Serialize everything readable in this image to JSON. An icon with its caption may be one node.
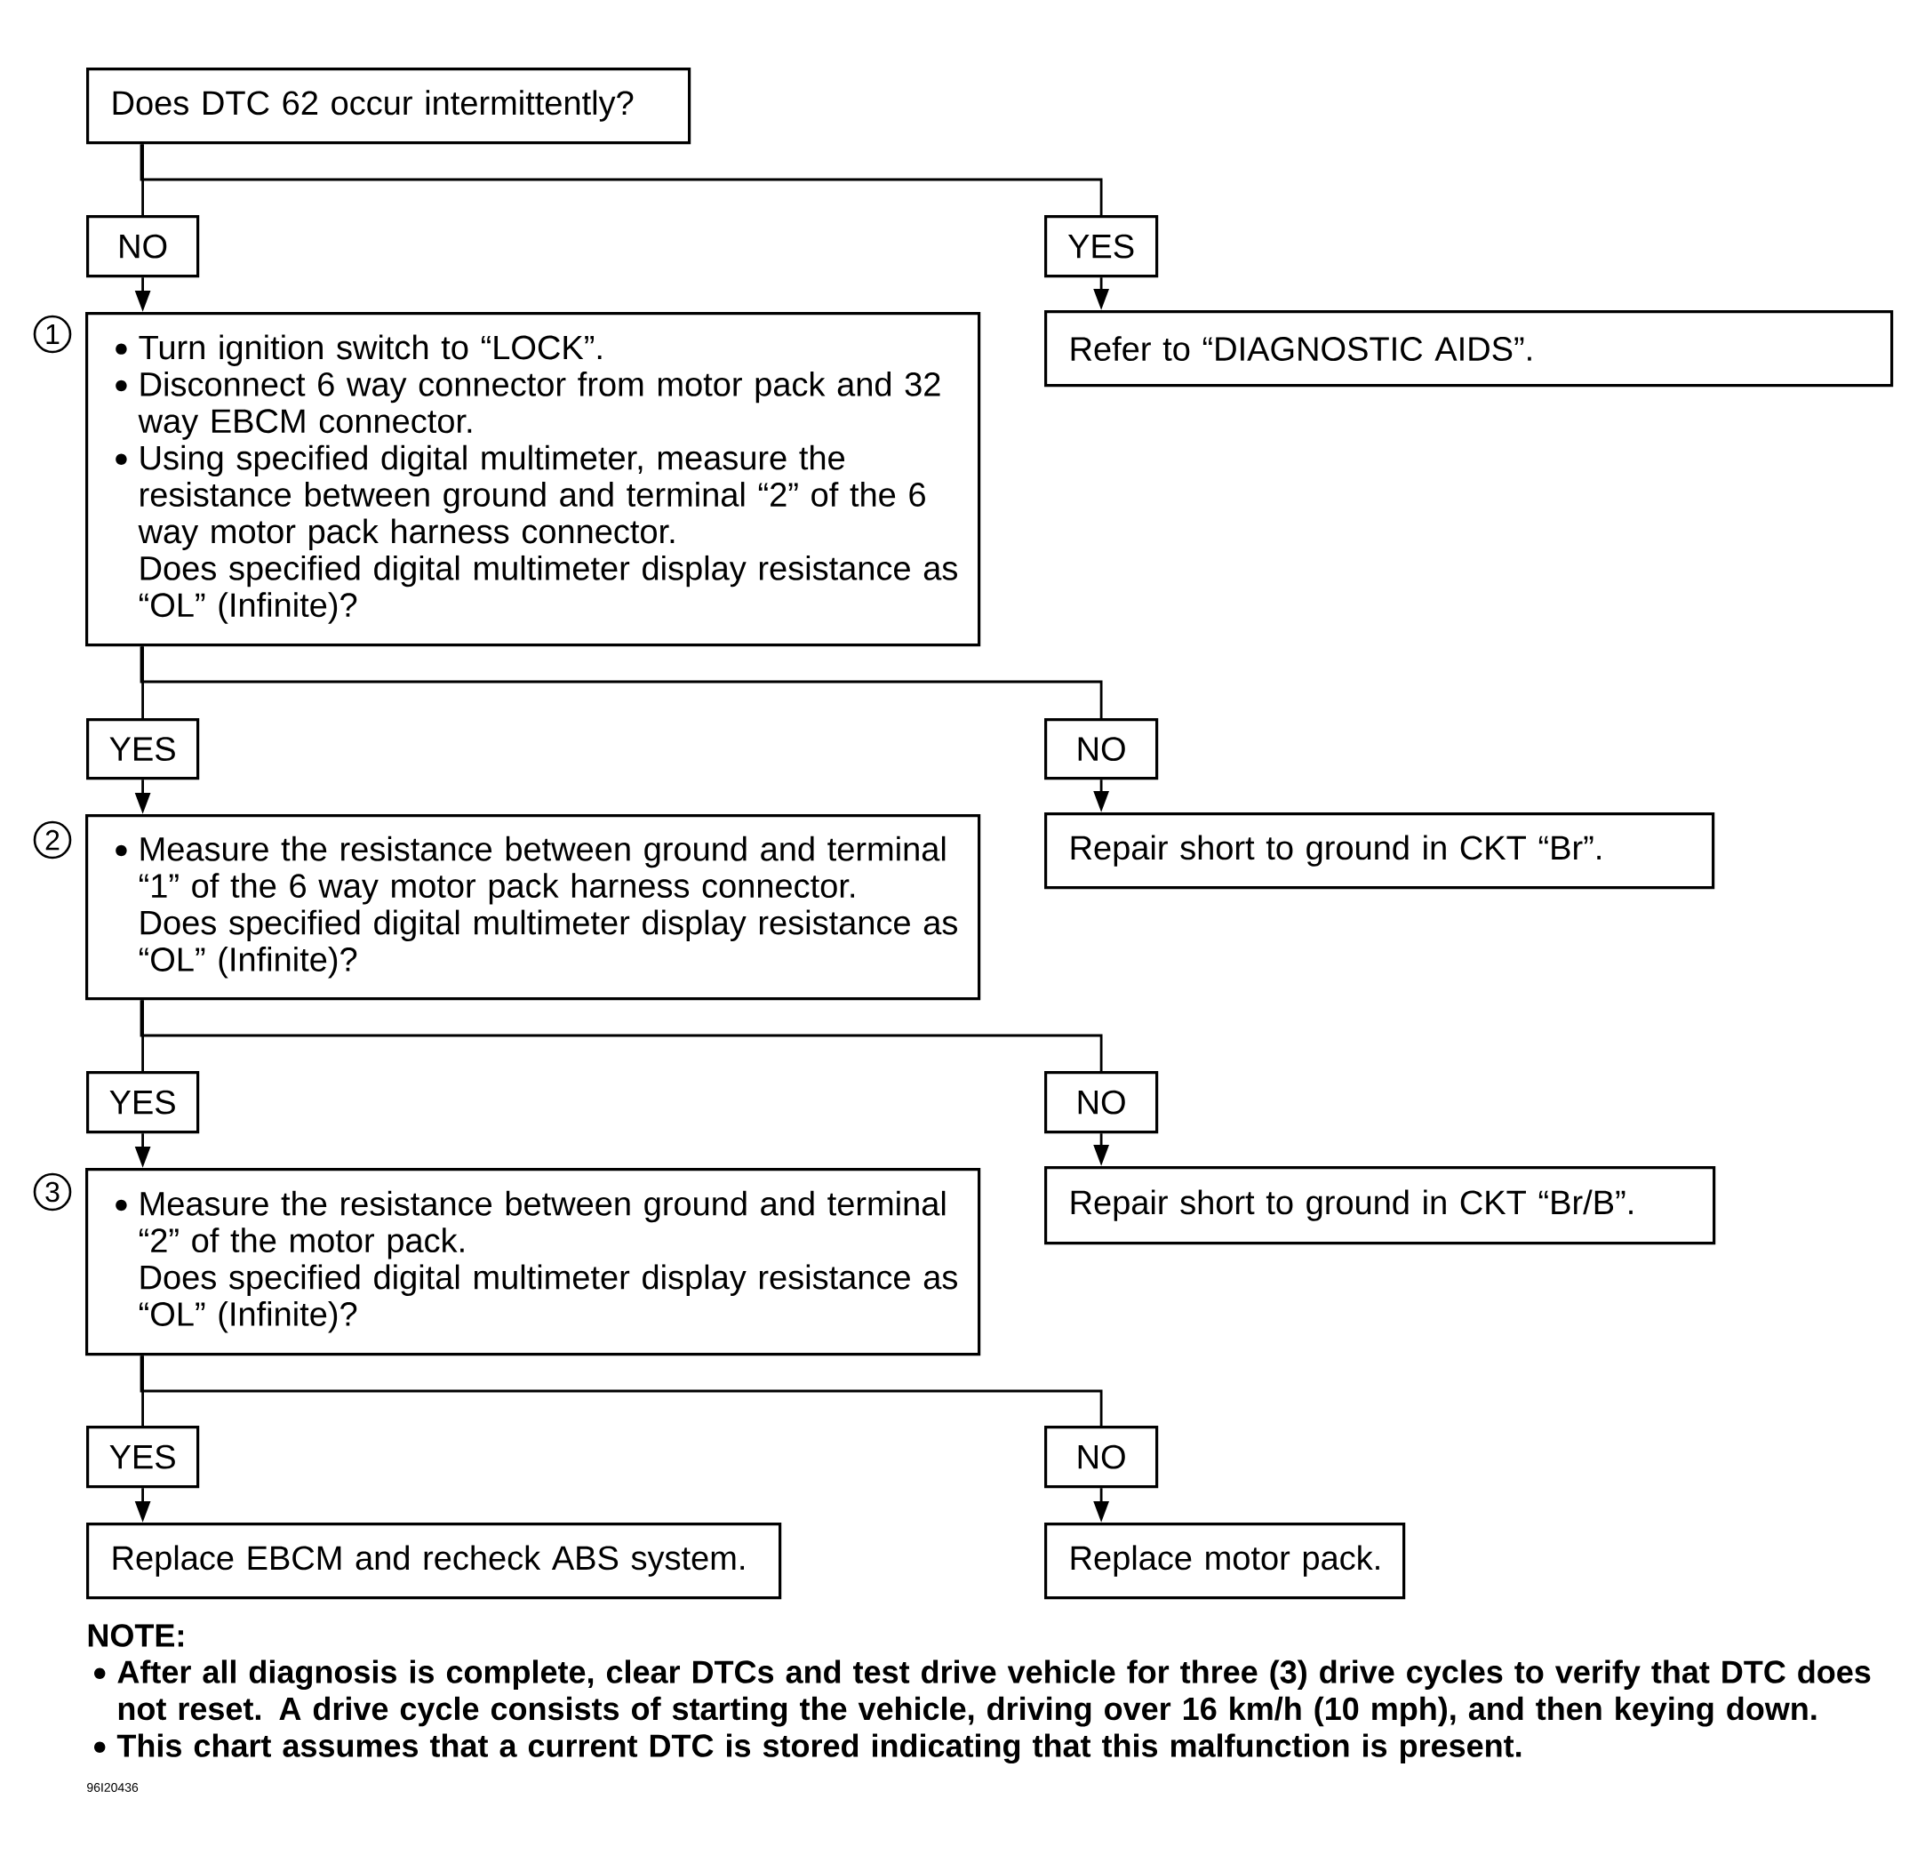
{
  "diagram": {
    "nodes": [
      {
        "text": [
          "Does DTC 62 occur intermittently?"
        ]
      },
      {
        "text": [
          "NO"
        ]
      },
      {
        "text": [
          "YES"
        ]
      },
      {
        "text": [
          "Turn ignition switch to “LOCK”.",
          "Disconnect 6 way connector from motor pack and 32 way EBCM connector.",
          "Using specified digital multimeter, measure the resistance between ground and terminal “2” of the 6 way motor pack harness connector.",
          "Does specified digital multimeter display resistance as “OL” (Infinite)?"
        ],
        "beside": [
          "1"
        ]
      },
      {
        "text": [
          "Refer to “DIAGNOSTIC AIDS”."
        ]
      },
      {
        "text": [
          "YES"
        ]
      },
      {
        "text": [
          "NO"
        ]
      },
      {
        "text": [
          "Measure the resistance between ground and terminal “1” of the 6 way motor pack harness connector.",
          "Does specified digital multimeter display resistance as “OL” (Infinite)?"
        ],
        "beside": [
          "2"
        ]
      },
      {
        "text": [
          "Repair short to ground in CKT “Br”."
        ]
      },
      {
        "text": [
          "YES"
        ]
      },
      {
        "text": [
          "NO"
        ]
      },
      {
        "text": [
          "Measure the resistance between ground and terminal “2” of the motor pack.",
          "Does specified digital multimeter display resistance as “OL” (Infinite)?"
        ],
        "beside": [
          "3"
        ]
      },
      {
        "text": [
          "Repair short to ground in CKT “Br/B”."
        ]
      },
      {
        "text": [
          "YES"
        ]
      },
      {
        "text": [
          "NO"
        ]
      },
      {
        "text": [
          "Replace EBCM and recheck ABS system."
        ]
      },
      {
        "text": [
          "Replace motor pack."
        ]
      }
    ],
    "edges": [
      {
        "from": 0,
        "to": 1,
        "arrow": "none"
      },
      {
        "from": 0,
        "to": 2,
        "arrow": "none"
      },
      {
        "from": 1,
        "to": 3,
        "arrow": "to"
      },
      {
        "from": 2,
        "to": 4,
        "arrow": "to"
      },
      {
        "from": 3,
        "to": 5,
        "arrow": "none"
      },
      {
        "from": 3,
        "to": 6,
        "arrow": "none"
      },
      {
        "from": 5,
        "to": 7,
        "arrow": "to"
      },
      {
        "from": 6,
        "to": 8,
        "arrow": "to"
      },
      {
        "from": 7,
        "to": 9,
        "arrow": "none"
      },
      {
        "from": 7,
        "to": 10,
        "arrow": "none"
      },
      {
        "from": 9,
        "to": 11,
        "arrow": "to"
      },
      {
        "from": 10,
        "to": 12,
        "arrow": "to"
      },
      {
        "from": 11,
        "to": 13,
        "arrow": "none"
      },
      {
        "from": 11,
        "to": 14,
        "arrow": "none"
      },
      {
        "from": 13,
        "to": 15,
        "arrow": "to"
      },
      {
        "from": 14,
        "to": 16,
        "arrow": "to"
      }
    ],
    "labels": [
      "NOTE:",
      "After all diagnosis is complete, clear DTCs and test drive vehicle for three (3) drive cycles to verify that DTC does not reset. A drive cycle consists of starting the vehicle, driving over 16 km/h (10 mph), and then keying down.",
      "This chart assumes that a current DTC is stored indicating that this malfunction is present.",
      "96I20436"
    ]
  }
}
